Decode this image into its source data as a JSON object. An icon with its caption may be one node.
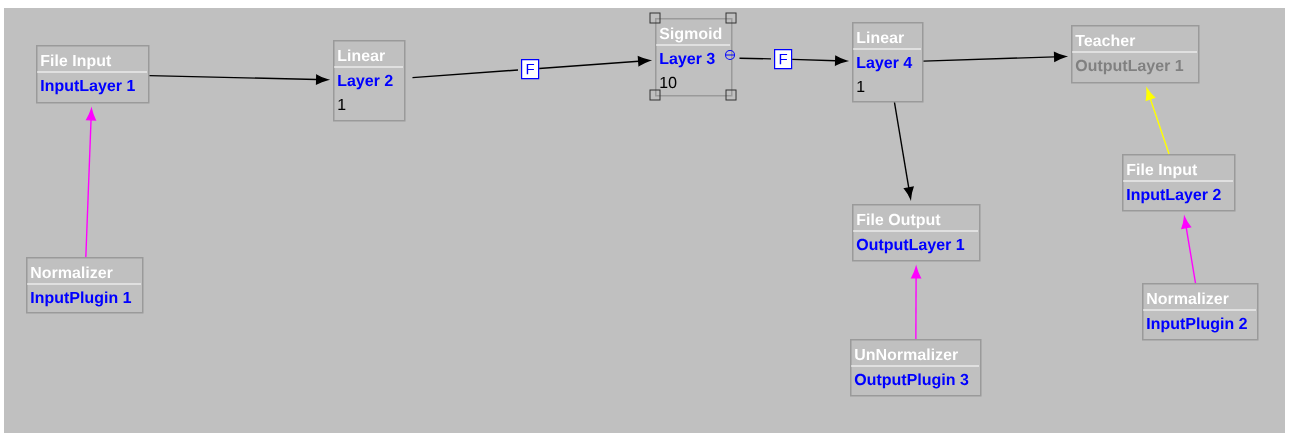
{
  "diagram": {
    "nodes": [
      {
        "text": [
          "File Input",
          "InputLayer 1"
        ]
      },
      {
        "text": [
          "Linear",
          "Layer 2",
          "1"
        ]
      },
      {
        "text": [
          "Sigmoid",
          "Layer 3",
          "10"
        ]
      },
      {
        "text": [
          "Linear",
          "Layer 4",
          "1"
        ]
      },
      {
        "text": [
          "Teacher",
          "OutputLayer 1"
        ]
      },
      {
        "text": [
          "Normalizer",
          "InputPlugin 1"
        ]
      },
      {
        "text": [
          "File Output",
          "OutputLayer 1"
        ]
      },
      {
        "text": [
          "File Input",
          "InputLayer 2"
        ]
      },
      {
        "text": [
          "UnNormalizer",
          "OutputPlugin 3"
        ]
      },
      {
        "text": [
          "Normalizer",
          "InputPlugin 2"
        ]
      },
      {
        "text": [
          "F"
        ]
      },
      {
        "text": [
          "F"
        ]
      }
    ],
    "edges": [
      {
        "from": 0,
        "to": 1,
        "arrow": "to"
      },
      {
        "from": 1,
        "to": 10,
        "arrow": "none"
      },
      {
        "from": 10,
        "to": 2,
        "arrow": "to"
      },
      {
        "from": 2,
        "to": 11,
        "arrow": "none"
      },
      {
        "from": 11,
        "to": 3,
        "arrow": "to"
      },
      {
        "from": 3,
        "to": 4,
        "arrow": "to"
      },
      {
        "from": 3,
        "to": 6,
        "arrow": "to"
      },
      {
        "from": 5,
        "to": 0,
        "arrow": "to",
        "color": "#ff00ff"
      },
      {
        "from": 8,
        "to": 6,
        "arrow": "to",
        "color": "#ff00ff"
      },
      {
        "from": 7,
        "to": 4,
        "arrow": "to",
        "color": "#ffff00"
      },
      {
        "from": 9,
        "to": 7,
        "arrow": "to",
        "color": "#ff00ff"
      }
    ]
  }
}
